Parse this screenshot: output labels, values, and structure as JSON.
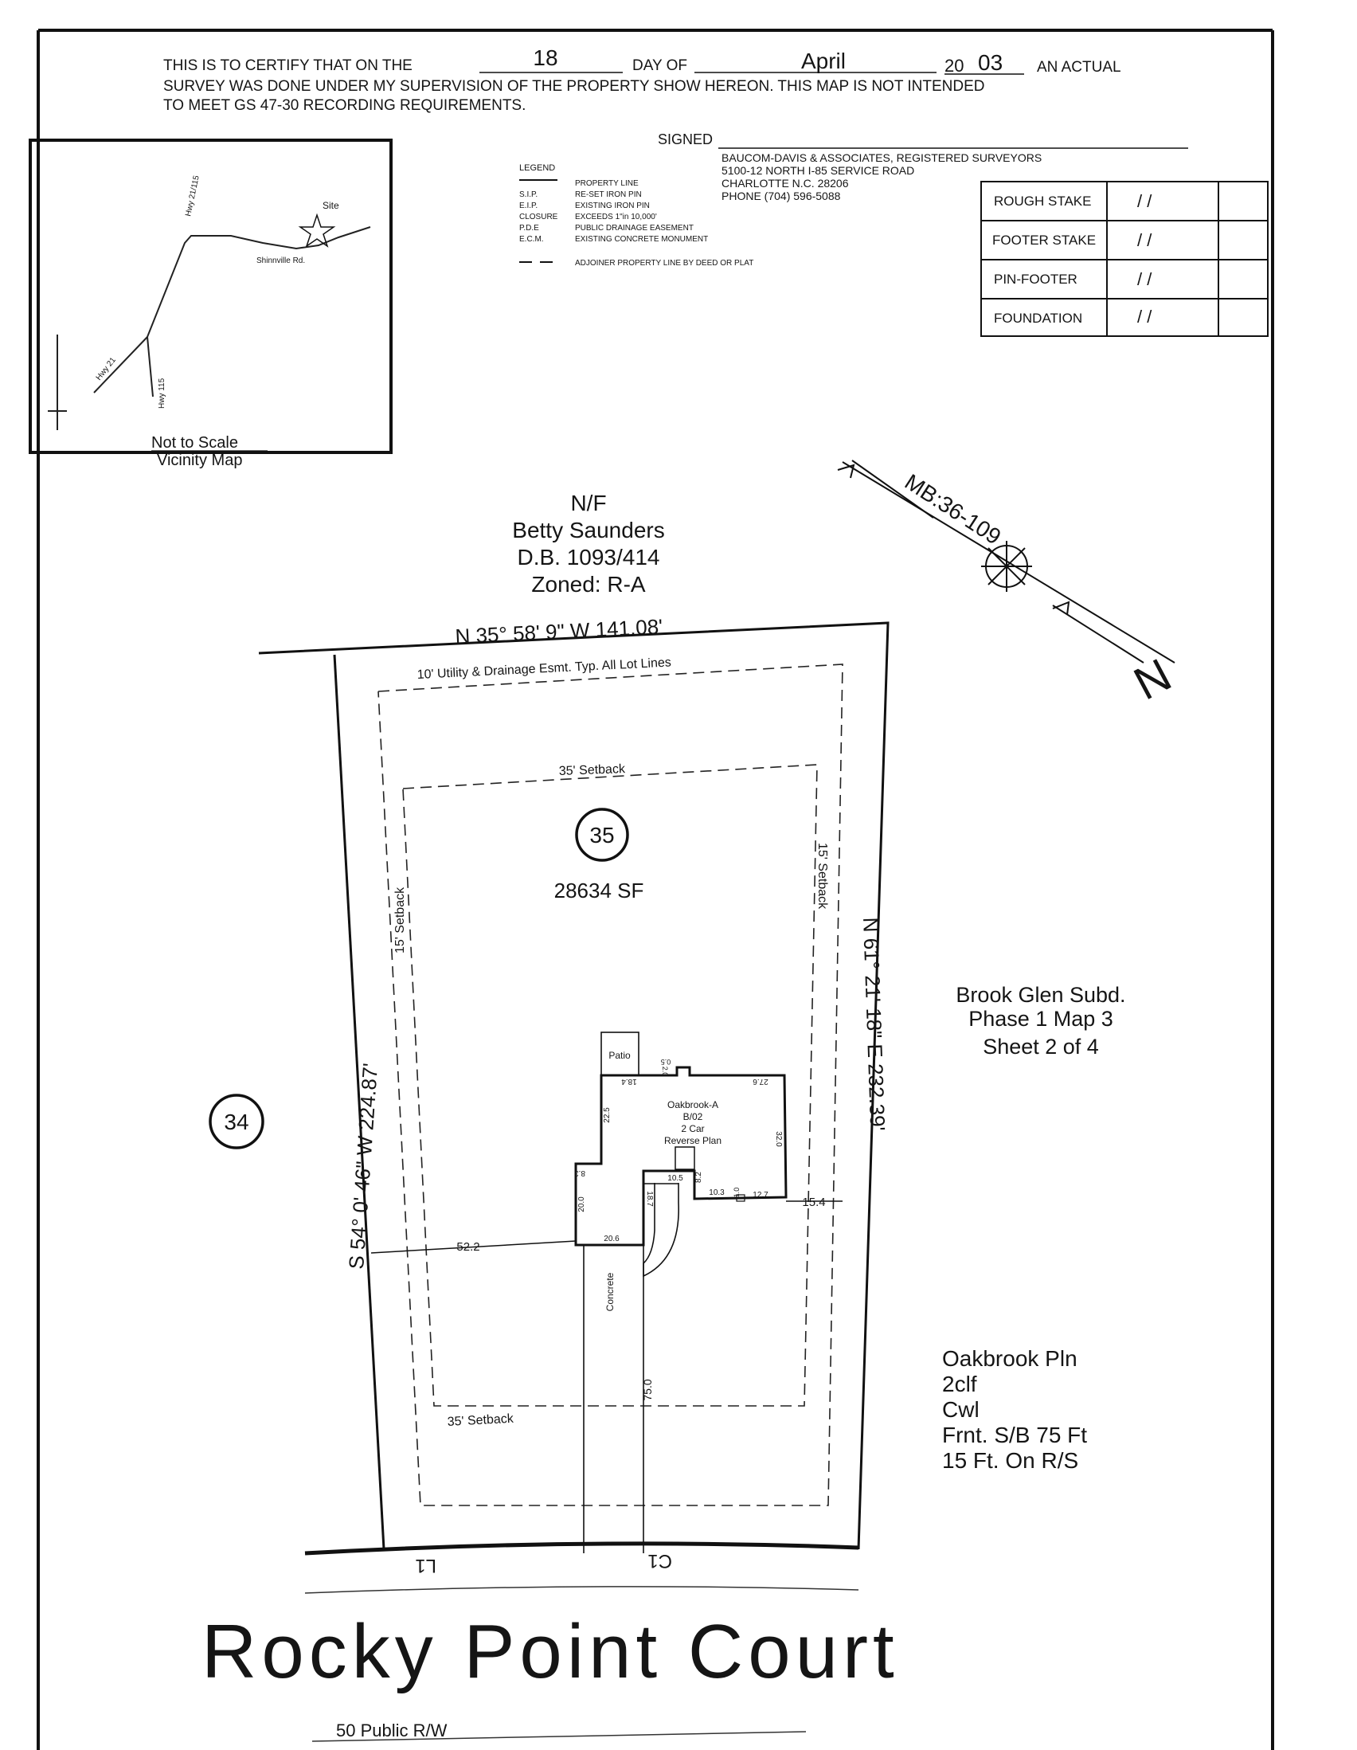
{
  "certification": {
    "line1_a": "THIS IS TO CERTIFY THAT ON THE",
    "day": "18",
    "line1_b": "DAY OF",
    "month": "April",
    "year_prefix": "20",
    "year_suffix": "03",
    "line1_c": "AN ACTUAL",
    "line2": "SURVEY WAS DONE UNDER MY SUPERVISION OF THE PROPERTY SHOW HEREON. THIS MAP IS NOT INTENDED",
    "line3": "TO MEET GS 47-30 RECORDING REQUIREMENTS.",
    "signed_label": "SIGNED"
  },
  "surveyor": {
    "name": "BAUCOM-DAVIS & ASSOCIATES, REGISTERED SURVEYORS",
    "address1": "5100-12 NORTH I-85 SERVICE ROAD",
    "address2": "CHARLOTTE N.C. 28206",
    "phone": "PHONE (704) 596-5088"
  },
  "legend": {
    "title": "LEGEND",
    "items": [
      {
        "abbr": "",
        "desc": "PROPERTY LINE"
      },
      {
        "abbr": "S.I.P.",
        "desc": "RE-SET IRON PIN"
      },
      {
        "abbr": "E.I.P.",
        "desc": "EXISTING IRON PIN"
      },
      {
        "abbr": "CLOSURE",
        "desc": "EXCEEDS 1\"in 10,000'"
      },
      {
        "abbr": "P.D.E",
        "desc": "PUBLIC DRAINAGE EASEMENT"
      },
      {
        "abbr": "E.C.M.",
        "desc": "EXISTING CONCRETE MONUMENT"
      },
      {
        "abbr": "",
        "desc": "ADJOINER PROPERTY LINE BY DEED OR PLAT"
      }
    ]
  },
  "stakes": {
    "rows": [
      {
        "label": "ROUGH STAKE",
        "date": "/   /"
      },
      {
        "label": "FOOTER STAKE",
        "date": "/   /"
      },
      {
        "label": "PIN-FOOTER",
        "date": "/   /"
      },
      {
        "label": "FOUNDATION",
        "date": "/   /"
      }
    ]
  },
  "vicinity": {
    "road_top": "Hwy 21/115",
    "road_left": "Hwy 21",
    "road_bottom": "Hwy 115",
    "street": "Shinnville Rd.",
    "site": "Site",
    "caption1": "Not to Scale",
    "caption2": "Vicinity Map"
  },
  "north": {
    "ref": "MB:36-109",
    "letter": "N"
  },
  "neighbor": {
    "nf": "N/F",
    "owner": "Betty Saunders",
    "deed": "D.B. 1093/414",
    "zoned": "Zoned: R-A"
  },
  "lot": {
    "number": "35",
    "area": "28634 SF",
    "adjacent_lot": "34",
    "bearing_top": "N 35° 58' 9\" W 141.08'",
    "bearing_left": "S 54° 0' 46\" W 224.87'",
    "bearing_right": "N 61° 21' 18\" E 232.39'",
    "easement": "10' Utility & Drainage Esmt. Typ. All Lot Lines",
    "setback_top": "35' Setback",
    "setback_bottom": "35' Setback",
    "setback_left": "15' Setback",
    "setback_right": "15' Setback",
    "curve_left": "L1",
    "curve_right": "C1"
  },
  "house": {
    "patio": "Patio",
    "model": "Oakbrook-A",
    "code": "B/02",
    "garage": "2 Car",
    "plan": "Reverse Plan",
    "concrete": "Concrete",
    "dims": {
      "left_side": "52.2",
      "right_side": "15.4",
      "front_setback": "75.0",
      "d1": "18.4",
      "d2": "27.6",
      "d3": "32.0",
      "d4": "22.5",
      "d5": "20.0",
      "d6": "20.6",
      "d7": "18.7",
      "d8": "10.5",
      "d9": "8.2",
      "d10": "10.3",
      "d11": "12.7",
      "d12": "8.3",
      "d13": "0.5",
      "d14": "2.0",
      "d15": "1.0"
    }
  },
  "subdivision": {
    "line1": "Brook Glen Subd.",
    "line2": "Phase 1 Map 3",
    "line3": "Sheet 2 of 4"
  },
  "notes": {
    "line1": "Oakbrook Pln",
    "line2": "2clf",
    "line3": "Cwl",
    "line4": "Frnt. S/B 75 Ft",
    "line5": "15 Ft. On R/S"
  },
  "street": {
    "name": "Rocky Point Court",
    "row": "50 Public R/W"
  }
}
